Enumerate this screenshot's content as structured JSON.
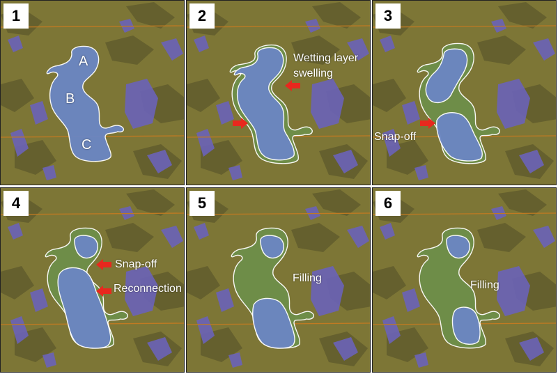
{
  "colors": {
    "rock": "#7d7636",
    "grain": "#6a63b8",
    "oil": "#6b86c4",
    "water": "#6e8f49",
    "outline": "#ffffff",
    "arrow": "#e8281e",
    "horizon": "#c07a22"
  },
  "panels": [
    {
      "number": "1",
      "labels": {
        "a": "A",
        "b": "B",
        "c": "C"
      }
    },
    {
      "number": "2",
      "labels": {
        "wetting": "Wetting layer",
        "swelling": "swelling"
      }
    },
    {
      "number": "3",
      "labels": {
        "snapoff": "Snap-off"
      }
    },
    {
      "number": "4",
      "labels": {
        "snapoff": "Snap-off",
        "reconnection": "Reconnection"
      }
    },
    {
      "number": "5",
      "labels": {
        "filling": "Filling"
      }
    },
    {
      "number": "6",
      "labels": {
        "filling": "Filling"
      }
    }
  ]
}
